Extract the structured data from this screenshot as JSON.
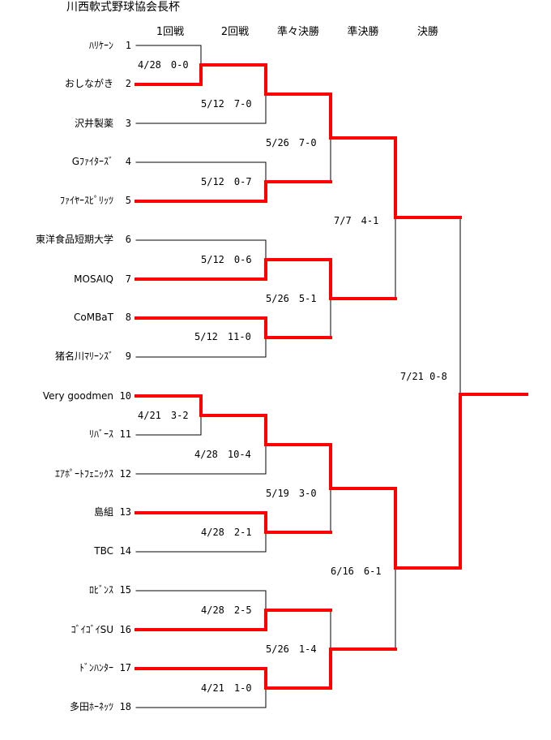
{
  "title": "川西軟式野球協会長杯",
  "rounds": [
    "1回戦",
    "2回戦",
    "準々決勝",
    "準決勝",
    "決勝"
  ],
  "teams": [
    {
      "num": "1",
      "name": "ﾊﾘｹｰﾝ"
    },
    {
      "num": "2",
      "name": "おしながき"
    },
    {
      "num": "3",
      "name": "沢井製薬"
    },
    {
      "num": "4",
      "name": "Gﾌｧｲﾀｰｽﾞ"
    },
    {
      "num": "5",
      "name": "ﾌｧｲﾔｰｽﾋﾟﾘｯﾂ"
    },
    {
      "num": "6",
      "name": "東洋食品短期大学"
    },
    {
      "num": "7",
      "name": "MOSAIQ"
    },
    {
      "num": "8",
      "name": "CoMBaT"
    },
    {
      "num": "9",
      "name": "猪名川ﾏﾘｰﾝｽﾞ"
    },
    {
      "num": "10",
      "name": "Very goodmen"
    },
    {
      "num": "11",
      "name": "ﾘﾊﾞｰｽ"
    },
    {
      "num": "12",
      "name": "ｴｱﾎﾟｰﾄﾌｪﾆｯｸｽ"
    },
    {
      "num": "13",
      "name": "島組"
    },
    {
      "num": "14",
      "name": "TBC"
    },
    {
      "num": "15",
      "name": "ﾛﾋﾞﾝｽ"
    },
    {
      "num": "16",
      "name": "ｺﾞｲｺﾞｲSU"
    },
    {
      "num": "17",
      "name": "ﾄﾞﾝﾊﾝﾀｰ"
    },
    {
      "num": "18",
      "name": "多田ﾎｰﾈｯﾂ"
    }
  ],
  "scores": [
    "4/28　0-0",
    "4/21　3-2",
    "5/12　7-0",
    "5/12　0-7",
    "5/12　0-6",
    "5/12　11-0",
    "4/28　10-4",
    "4/28　2-1",
    "4/28　2-5",
    "4/21　1-0",
    "5/26　7-0",
    "5/26　5-1",
    "5/19　3-0",
    "5/26　1-4",
    "7/7　4-1",
    "6/16　6-1",
    "7/21 0-8"
  ],
  "colors": {
    "winner_line": "#ff0000",
    "loser_line": "#000000",
    "text": "#000000"
  }
}
